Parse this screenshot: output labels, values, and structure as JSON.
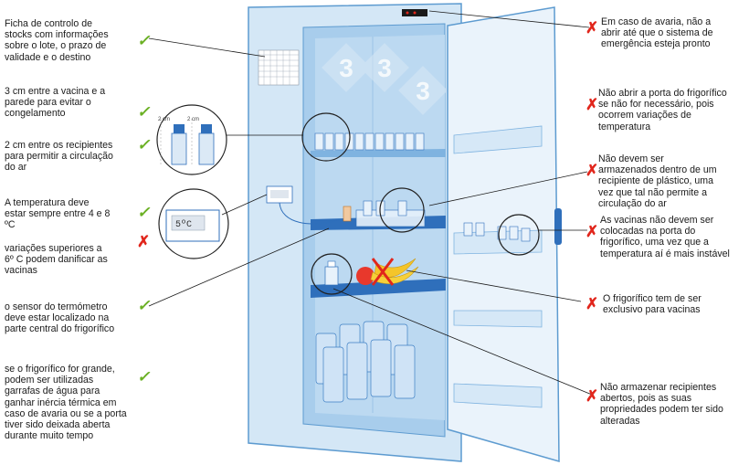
{
  "left_labels": [
    {
      "text": "Ficha de controlo de\nstocks com informações\nsobre o lote, o prazo de\nvalidade e o destino",
      "mark": "✓",
      "status": "ok"
    },
    {
      "text": "3 cm entre a vacina e a\nparede para evitar o\ncongelamento",
      "mark": "✓",
      "status": "ok"
    },
    {
      "text": "2 cm entre os recipientes\npara permitir a circulação\ndo ar",
      "mark": "✓",
      "status": "ok"
    },
    {
      "text": "A temperatura deve\nestar sempre entre 4 e 8\nºC",
      "mark": "✓",
      "status": "ok"
    },
    {
      "text": "variações superiores a\n6º C podem danificar as\nvacinas",
      "mark": "✗",
      "status": "bad"
    },
    {
      "text": "o sensor do termómetro\ndeve estar localizado na\nparte central do frigorífico",
      "mark": "✓",
      "status": "ok"
    },
    {
      "text": "se o frigorífico for grande,\npodem ser utilizadas\ngarrafas de água para\nganhar inércia térmica em\ncaso de avaria ou se a porta\ntiver sido deixada aberta\ndurante muito tempo",
      "mark": "✓",
      "status": "ok"
    }
  ],
  "right_labels": [
    {
      "text": "Em caso de avaria, não a\nabrir até que o sistema de\nemergência esteja pronto",
      "mark": "✗",
      "status": "bad"
    },
    {
      "text": "Não abrir a porta do frigorífico\nse não for necessário, pois\nocorrem variações de\ntemperatura",
      "mark": "✗",
      "status": "bad"
    },
    {
      "text": "Não devem ser\narmazenados dentro de um\nrecipiente de plástico, uma\nvez que tal não permite a\ncirculação do ar",
      "mark": "✗",
      "status": "bad"
    },
    {
      "text": "As vacinas não devem ser\ncolocadas na porta do\nfrigorífico, uma vez que a\ntemperatura aí é mais instável",
      "mark": "✗",
      "status": "bad"
    },
    {
      "text": "O frigorífico tem de ser\nexclusivo para vacinas",
      "mark": "✗",
      "status": "bad"
    },
    {
      "text": "Não armazenar recipientes\nabertos, pois as suas\npropriedades podem ter sido\nalteradas",
      "mark": "✗",
      "status": "bad"
    }
  ],
  "inset": {
    "distance_label": "2 cm",
    "display_reading": "5ºC"
  },
  "watermark": "333",
  "colors": {
    "ok": "#6ab023",
    "bad": "#e1261c",
    "fridge_body": "#cfe4f5",
    "interior": "#a9cdea",
    "outline": "#1f6fb2"
  }
}
